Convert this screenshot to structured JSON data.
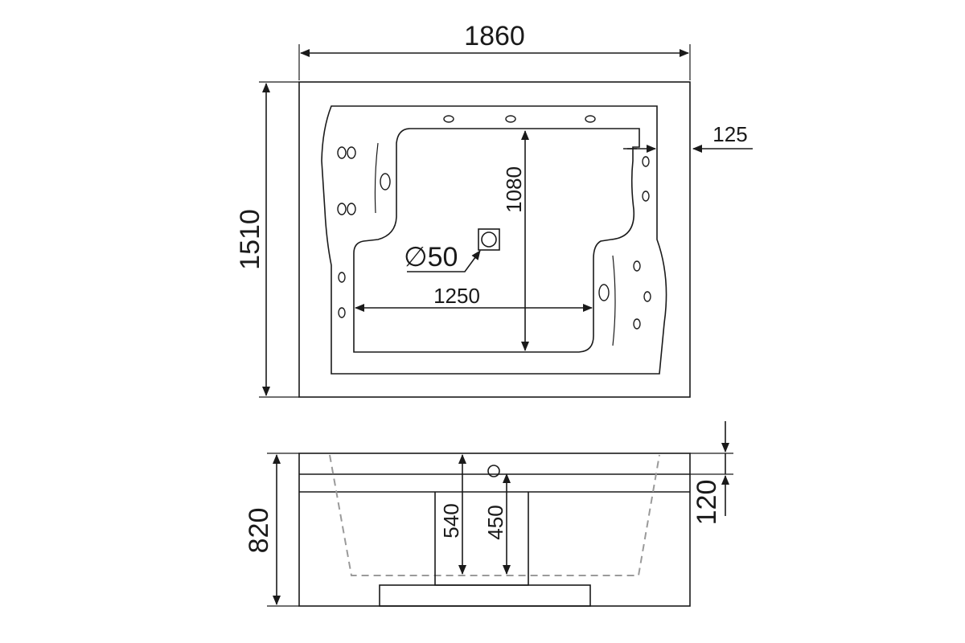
{
  "top_view": {
    "overall_width": "1860",
    "overall_depth": "1510",
    "inner_length": "1250",
    "inner_width": "1080",
    "rim_offset": "125",
    "drain": "∅50"
  },
  "side_view": {
    "height": "820",
    "depth_main": "540",
    "depth_seat": "450",
    "rim_height": "120"
  }
}
